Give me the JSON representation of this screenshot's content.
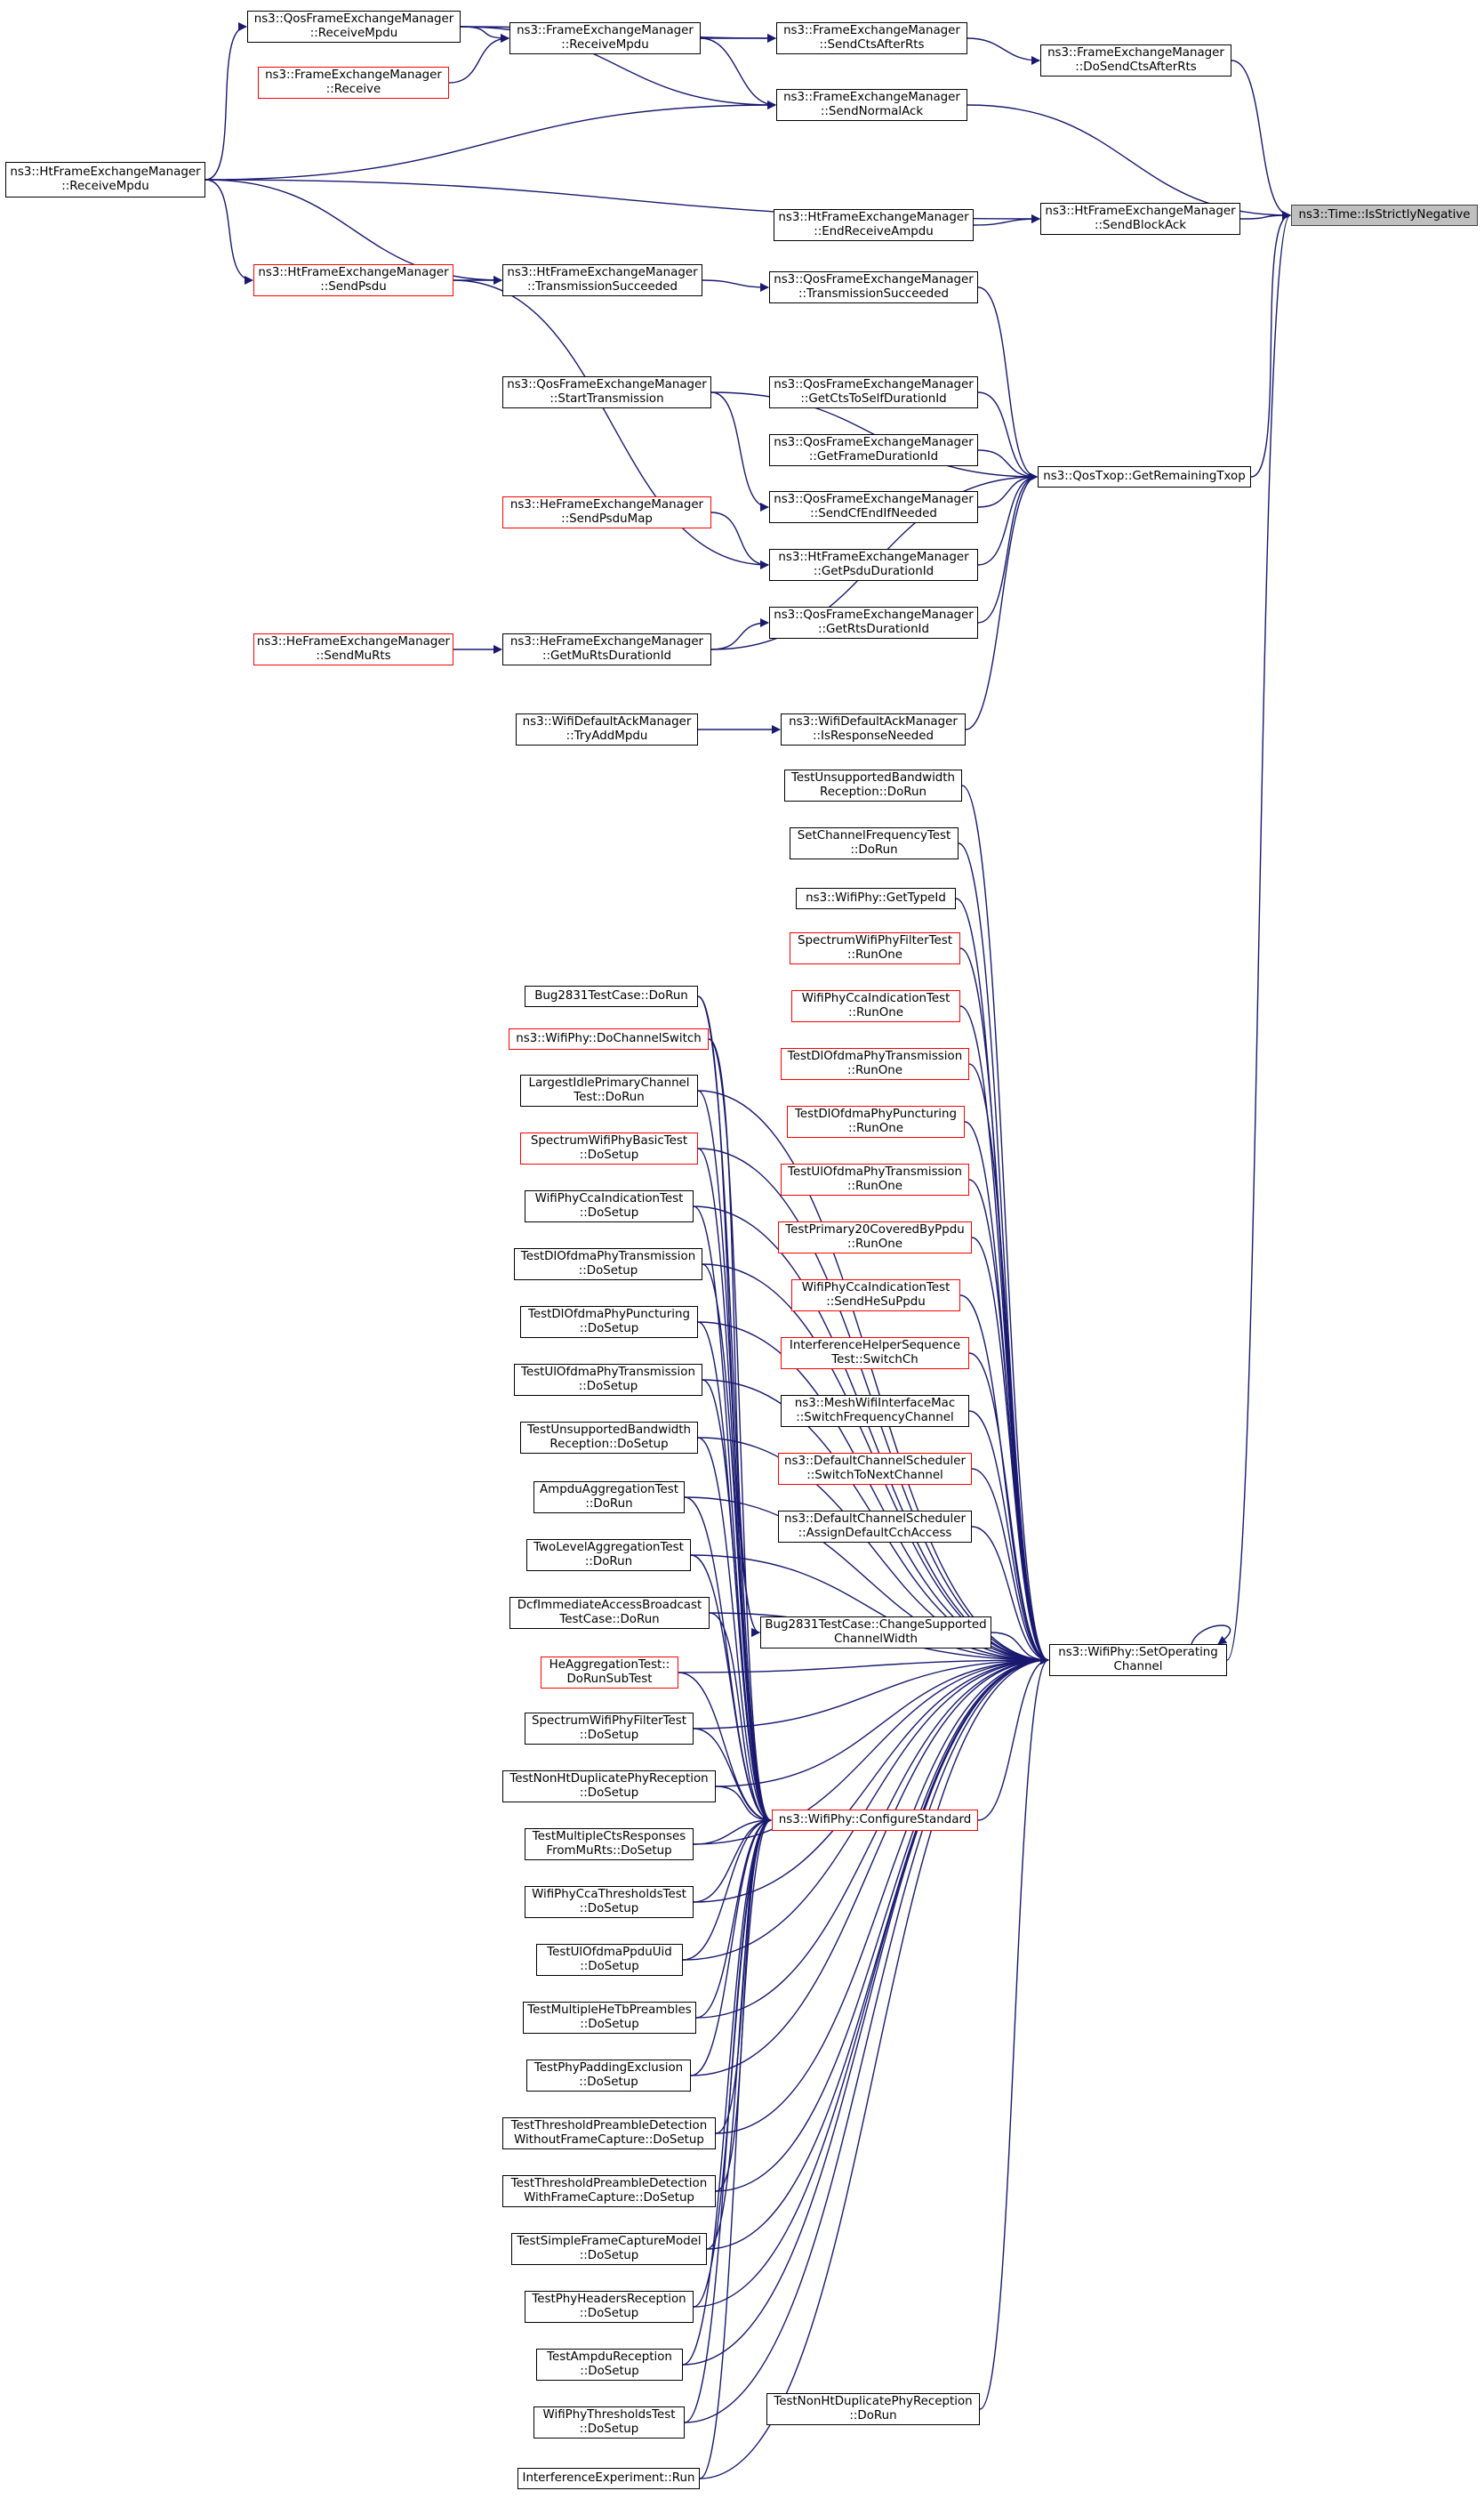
{
  "colors": {
    "edge": "#191970",
    "border_default": "#000000",
    "border_truncated": "#ff0000",
    "root_fill": "#bfbfbf"
  },
  "nodes": [
    {
      "id": "root",
      "lines": [
        "ns3::Time::IsStrictlyNegative"
      ],
      "style": "root"
    },
    {
      "id": "qos_receive_mpdu",
      "lines": [
        "ns3::QosFrameExchangeManager",
        "::ReceiveMpdu"
      ]
    },
    {
      "id": "fem_receive_mpdu",
      "lines": [
        "ns3::FrameExchangeManager",
        "::ReceiveMpdu"
      ]
    },
    {
      "id": "fem_send_cts_after_rts",
      "lines": [
        "ns3::FrameExchangeManager",
        "::SendCtsAfterRts"
      ]
    },
    {
      "id": "fem_do_send_cts_after_rts",
      "lines": [
        "ns3::FrameExchangeManager",
        "::DoSendCtsAfterRts"
      ]
    },
    {
      "id": "fem_receive",
      "lines": [
        "ns3::FrameExchangeManager",
        "::Receive"
      ],
      "style": "red"
    },
    {
      "id": "fem_send_normal_ack",
      "lines": [
        "ns3::FrameExchangeManager",
        "::SendNormalAck"
      ]
    },
    {
      "id": "ht_receive_mpdu",
      "lines": [
        "ns3::HtFrameExchangeManager",
        "::ReceiveMpdu"
      ]
    },
    {
      "id": "ht_end_receive_ampdu",
      "lines": [
        "ns3::HtFrameExchangeManager",
        "::EndReceiveAmpdu"
      ]
    },
    {
      "id": "ht_send_block_ack",
      "lines": [
        "ns3::HtFrameExchangeManager",
        "::SendBlockAck"
      ]
    },
    {
      "id": "ht_send_psdu",
      "lines": [
        "ns3::HtFrameExchangeManager",
        "::SendPsdu"
      ],
      "style": "red"
    },
    {
      "id": "ht_transmission_succeeded",
      "lines": [
        "ns3::HtFrameExchangeManager",
        "::TransmissionSucceeded"
      ]
    },
    {
      "id": "qos_transmission_succeeded",
      "lines": [
        "ns3::QosFrameExchangeManager",
        "::TransmissionSucceeded"
      ]
    },
    {
      "id": "qos_start_transmission",
      "lines": [
        "ns3::QosFrameExchangeManager",
        "::StartTransmission"
      ]
    },
    {
      "id": "qos_get_cts_to_self",
      "lines": [
        "ns3::QosFrameExchangeManager",
        "::GetCtsToSelfDurationId"
      ]
    },
    {
      "id": "qos_get_frame_duration",
      "lines": [
        "ns3::QosFrameExchangeManager",
        "::GetFrameDurationId"
      ]
    },
    {
      "id": "qostxop_get_remaining",
      "lines": [
        "ns3::QosTxop::GetRemainingTxop"
      ]
    },
    {
      "id": "he_send_psdu_map",
      "lines": [
        "ns3::HeFrameExchangeManager",
        "::SendPsduMap"
      ],
      "style": "red"
    },
    {
      "id": "qos_send_cf_end",
      "lines": [
        "ns3::QosFrameExchangeManager",
        "::SendCfEndIfNeeded"
      ]
    },
    {
      "id": "ht_get_psdu_duration",
      "lines": [
        "ns3::HtFrameExchangeManager",
        "::GetPsduDurationId"
      ]
    },
    {
      "id": "qos_get_rts_duration",
      "lines": [
        "ns3::QosFrameExchangeManager",
        "::GetRtsDurationId"
      ]
    },
    {
      "id": "he_send_mu_rts",
      "lines": [
        "ns3::HeFrameExchangeManager",
        "::SendMuRts"
      ],
      "style": "red"
    },
    {
      "id": "he_get_mu_rts_duration",
      "lines": [
        "ns3::HeFrameExchangeManager",
        "::GetMuRtsDurationId"
      ]
    },
    {
      "id": "wdam_try_add_mpdu",
      "lines": [
        "ns3::WifiDefaultAckManager",
        "::TryAddMpdu"
      ]
    },
    {
      "id": "wdam_is_response_needed",
      "lines": [
        "ns3::WifiDefaultAckManager",
        "::IsResponseNeeded"
      ]
    },
    {
      "id": "r_test_unsupported_bw",
      "lines": [
        "TestUnsupportedBandwidth",
        "Reception::DoRun"
      ]
    },
    {
      "id": "r_set_channel_freq",
      "lines": [
        "SetChannelFrequencyTest",
        "::DoRun"
      ]
    },
    {
      "id": "r_wifiphy_get_type_id",
      "lines": [
        "ns3::WifiPhy::GetTypeId"
      ]
    },
    {
      "id": "r_spectrum_filter_runone",
      "lines": [
        "SpectrumWifiPhyFilterTest",
        "::RunOne"
      ],
      "style": "red"
    },
    {
      "id": "r_cca_indication_runone",
      "lines": [
        "WifiPhyCcaIndicationTest",
        "::RunOne"
      ],
      "style": "red"
    },
    {
      "id": "r_dl_ofdma_tx_runone",
      "lines": [
        "TestDlOfdmaPhyTransmission",
        "::RunOne"
      ],
      "style": "red"
    },
    {
      "id": "r_dl_ofdma_punct_runone",
      "lines": [
        "TestDlOfdmaPhyPuncturing",
        "::RunOne"
      ],
      "style": "red"
    },
    {
      "id": "r_ul_ofdma_tx_runone",
      "lines": [
        "TestUlOfdmaPhyTransmission",
        "::RunOne"
      ],
      "style": "red"
    },
    {
      "id": "r_primary20_covered",
      "lines": [
        "TestPrimary20CoveredByPpdu",
        "::RunOne"
      ],
      "style": "red"
    },
    {
      "id": "r_cca_send_he_su",
      "lines": [
        "WifiPhyCcaIndicationTest",
        "::SendHeSuPpdu"
      ],
      "style": "red"
    },
    {
      "id": "r_interference_switch",
      "lines": [
        "InterferenceHelperSequence",
        "Test::SwitchCh"
      ],
      "style": "red"
    },
    {
      "id": "r_mesh_switch_freq",
      "lines": [
        "ns3::MeshWifiInterfaceMac",
        "::SwitchFrequencyChannel"
      ]
    },
    {
      "id": "r_dcs_switch_next",
      "lines": [
        "ns3::DefaultChannelScheduler",
        "::SwitchToNextChannel"
      ],
      "style": "red"
    },
    {
      "id": "r_dcs_assign_default",
      "lines": [
        "ns3::DefaultChannelScheduler",
        "::AssignDefaultCchAccess"
      ]
    },
    {
      "id": "bug2831_change_width",
      "lines": [
        "Bug2831TestCase::ChangeSupported",
        "ChannelWidth"
      ]
    },
    {
      "id": "wifiphy_set_operating",
      "lines": [
        "ns3::WifiPhy::SetOperating",
        "Channel"
      ]
    },
    {
      "id": "r_non_ht_dup_dorun",
      "lines": [
        "TestNonHtDuplicatePhyReception",
        "::DoRun"
      ]
    },
    {
      "id": "wifiphy_configure_standard",
      "lines": [
        "ns3::WifiPhy::ConfigureStandard"
      ],
      "style": "red"
    },
    {
      "id": "l_bug2831_dorun",
      "lines": [
        "Bug2831TestCase::DoRun"
      ]
    },
    {
      "id": "l_wifiphy_do_channel_switch",
      "lines": [
        "ns3::WifiPhy::DoChannelSwitch"
      ],
      "style": "red"
    },
    {
      "id": "l_largest_idle",
      "lines": [
        "LargestIdlePrimaryChannel",
        "Test::DoRun"
      ]
    },
    {
      "id": "l_spectrum_basic_setup",
      "lines": [
        "SpectrumWifiPhyBasicTest",
        "::DoSetup"
      ],
      "style": "red"
    },
    {
      "id": "l_cca_indication_setup",
      "lines": [
        "WifiPhyCcaIndicationTest",
        "::DoSetup"
      ]
    },
    {
      "id": "l_dl_ofdma_tx_setup",
      "lines": [
        "TestDlOfdmaPhyTransmission",
        "::DoSetup"
      ]
    },
    {
      "id": "l_dl_ofdma_punct_setup",
      "lines": [
        "TestDlOfdmaPhyPuncturing",
        "::DoSetup"
      ]
    },
    {
      "id": "l_ul_ofdma_tx_setup",
      "lines": [
        "TestUlOfdmaPhyTransmission",
        "::DoSetup"
      ]
    },
    {
      "id": "l_unsupported_bw_setup",
      "lines": [
        "TestUnsupportedBandwidth",
        "Reception::DoSetup"
      ]
    },
    {
      "id": "l_ampdu_aggregation",
      "lines": [
        "AmpduAggregationTest",
        "::DoRun"
      ]
    },
    {
      "id": "l_two_level_aggregation",
      "lines": [
        "TwoLevelAggregationTest",
        "::DoRun"
      ]
    },
    {
      "id": "l_dcf_immediate",
      "lines": [
        "DcfImmediateAccessBroadcast",
        "TestCase::DoRun"
      ]
    },
    {
      "id": "l_he_aggregation",
      "lines": [
        "HeAggregationTest::",
        "DoRunSubTest"
      ],
      "style": "red"
    },
    {
      "id": "l_spectrum_filter_setup",
      "lines": [
        "SpectrumWifiPhyFilterTest",
        "::DoSetup"
      ]
    },
    {
      "id": "l_non_ht_dup_setup",
      "lines": [
        "TestNonHtDuplicatePhyReception",
        "::DoSetup"
      ]
    },
    {
      "id": "l_multiple_cts",
      "lines": [
        "TestMultipleCtsResponses",
        "FromMuRts::DoSetup"
      ]
    },
    {
      "id": "l_cca_thresholds",
      "lines": [
        "WifiPhyCcaThresholdsTest",
        "::DoSetup"
      ]
    },
    {
      "id": "l_ul_ofdma_ppdu_uid",
      "lines": [
        "TestUlOfdmaPpduUid",
        "::DoSetup"
      ]
    },
    {
      "id": "l_multiple_he_tb",
      "lines": [
        "TestMultipleHeTbPreambles",
        "::DoSetup"
      ]
    },
    {
      "id": "l_phy_padding",
      "lines": [
        "TestPhyPaddingExclusion",
        "::DoSetup"
      ]
    },
    {
      "id": "l_thr_preamble_without",
      "lines": [
        "TestThresholdPreambleDetection",
        "WithoutFrameCapture::DoSetup"
      ]
    },
    {
      "id": "l_thr_preamble_with",
      "lines": [
        "TestThresholdPreambleDetection",
        "WithFrameCapture::DoSetup"
      ]
    },
    {
      "id": "l_simple_frame_capture",
      "lines": [
        "TestSimpleFrameCaptureModel",
        "::DoSetup"
      ]
    },
    {
      "id": "l_phy_headers",
      "lines": [
        "TestPhyHeadersReception",
        "::DoSetup"
      ]
    },
    {
      "id": "l_ampdu_reception",
      "lines": [
        "TestAmpduReception",
        "::DoSetup"
      ]
    },
    {
      "id": "l_phy_thresholds",
      "lines": [
        "WifiPhyThresholdsTest",
        "::DoSetup"
      ]
    },
    {
      "id": "l_interference_experiment",
      "lines": [
        "InterferenceExperiment::Run"
      ]
    }
  ],
  "edges": [
    [
      "fem_do_send_cts_after_rts",
      "root"
    ],
    [
      "fem_send_normal_ack",
      "root"
    ],
    [
      "ht_send_block_ack",
      "root"
    ],
    [
      "qostxop_get_remaining",
      "root"
    ],
    [
      "wifiphy_set_operating",
      "root"
    ],
    [
      "fem_send_cts_after_rts",
      "fem_do_send_cts_after_rts"
    ],
    [
      "fem_receive_mpdu",
      "fem_send_cts_after_rts"
    ],
    [
      "qos_receive_mpdu",
      "fem_send_cts_after_rts"
    ],
    [
      "qos_receive_mpdu",
      "fem_receive_mpdu"
    ],
    [
      "fem_receive",
      "fem_receive_mpdu"
    ],
    [
      "ht_receive_mpdu",
      "qos_receive_mpdu"
    ],
    [
      "fem_receive_mpdu",
      "fem_send_normal_ack"
    ],
    [
      "qos_receive_mpdu",
      "fem_send_normal_ack"
    ],
    [
      "ht_receive_mpdu",
      "fem_send_normal_ack"
    ],
    [
      "ht_receive_mpdu",
      "ht_send_block_ack"
    ],
    [
      "ht_end_receive_ampdu",
      "ht_send_block_ack"
    ],
    [
      "ht_receive_mpdu",
      "ht_send_psdu"
    ],
    [
      "ht_receive_mpdu",
      "ht_transmission_succeeded"
    ],
    [
      "ht_send_psdu",
      "ht_transmission_succeeded"
    ],
    [
      "ht_transmission_succeeded",
      "qos_transmission_succeeded"
    ],
    [
      "qos_transmission_succeeded",
      "qostxop_get_remaining"
    ],
    [
      "qos_start_transmission",
      "qostxop_get_remaining"
    ],
    [
      "qos_get_cts_to_self",
      "qostxop_get_remaining"
    ],
    [
      "qos_get_frame_duration",
      "qostxop_get_remaining"
    ],
    [
      "qos_send_cf_end",
      "qostxop_get_remaining"
    ],
    [
      "ht_get_psdu_duration",
      "qostxop_get_remaining"
    ],
    [
      "qos_get_rts_duration",
      "qostxop_get_remaining"
    ],
    [
      "he_get_mu_rts_duration",
      "qostxop_get_remaining"
    ],
    [
      "wdam_is_response_needed",
      "qostxop_get_remaining"
    ],
    [
      "qos_start_transmission",
      "qos_send_cf_end"
    ],
    [
      "he_send_psdu_map",
      "ht_get_psdu_duration"
    ],
    [
      "ht_send_psdu",
      "ht_get_psdu_duration"
    ],
    [
      "he_get_mu_rts_duration",
      "qos_get_rts_duration"
    ],
    [
      "he_send_mu_rts",
      "he_get_mu_rts_duration"
    ],
    [
      "wdam_try_add_mpdu",
      "wdam_is_response_needed"
    ],
    [
      "r_test_unsupported_bw",
      "wifiphy_set_operating"
    ],
    [
      "r_set_channel_freq",
      "wifiphy_set_operating"
    ],
    [
      "r_wifiphy_get_type_id",
      "wifiphy_set_operating"
    ],
    [
      "r_spectrum_filter_runone",
      "wifiphy_set_operating"
    ],
    [
      "r_cca_indication_runone",
      "wifiphy_set_operating"
    ],
    [
      "r_dl_ofdma_tx_runone",
      "wifiphy_set_operating"
    ],
    [
      "r_dl_ofdma_punct_runone",
      "wifiphy_set_operating"
    ],
    [
      "r_ul_ofdma_tx_runone",
      "wifiphy_set_operating"
    ],
    [
      "r_primary20_covered",
      "wifiphy_set_operating"
    ],
    [
      "r_cca_send_he_su",
      "wifiphy_set_operating"
    ],
    [
      "r_interference_switch",
      "wifiphy_set_operating"
    ],
    [
      "r_mesh_switch_freq",
      "wifiphy_set_operating"
    ],
    [
      "r_dcs_switch_next",
      "wifiphy_set_operating"
    ],
    [
      "r_dcs_assign_default",
      "wifiphy_set_operating"
    ],
    [
      "bug2831_change_width",
      "wifiphy_set_operating"
    ],
    [
      "wifiphy_configure_standard",
      "wifiphy_set_operating"
    ],
    [
      "r_non_ht_dup_dorun",
      "wifiphy_set_operating"
    ],
    [
      "l_bug2831_dorun",
      "bug2831_change_width"
    ],
    [
      "l_wifiphy_do_channel_switch",
      "bug2831_change_width"
    ],
    [
      "l_bug2831_dorun",
      "wifiphy_configure_standard"
    ],
    [
      "l_wifiphy_do_channel_switch",
      "wifiphy_configure_standard"
    ],
    [
      "l_largest_idle",
      "wifiphy_configure_standard"
    ],
    [
      "l_spectrum_basic_setup",
      "wifiphy_configure_standard"
    ],
    [
      "l_cca_indication_setup",
      "wifiphy_configure_standard"
    ],
    [
      "l_dl_ofdma_tx_setup",
      "wifiphy_configure_standard"
    ],
    [
      "l_dl_ofdma_punct_setup",
      "wifiphy_configure_standard"
    ],
    [
      "l_ul_ofdma_tx_setup",
      "wifiphy_configure_standard"
    ],
    [
      "l_unsupported_bw_setup",
      "wifiphy_configure_standard"
    ],
    [
      "l_ampdu_aggregation",
      "wifiphy_configure_standard"
    ],
    [
      "l_two_level_aggregation",
      "wifiphy_configure_standard"
    ],
    [
      "l_dcf_immediate",
      "wifiphy_configure_standard"
    ],
    [
      "l_he_aggregation",
      "wifiphy_configure_standard"
    ],
    [
      "l_spectrum_filter_setup",
      "wifiphy_configure_standard"
    ],
    [
      "l_non_ht_dup_setup",
      "wifiphy_configure_standard"
    ],
    [
      "l_multiple_cts",
      "wifiphy_configure_standard"
    ],
    [
      "l_cca_thresholds",
      "wifiphy_configure_standard"
    ],
    [
      "l_ul_ofdma_ppdu_uid",
      "wifiphy_configure_standard"
    ],
    [
      "l_multiple_he_tb",
      "wifiphy_configure_standard"
    ],
    [
      "l_phy_padding",
      "wifiphy_configure_standard"
    ],
    [
      "l_thr_preamble_without",
      "wifiphy_configure_standard"
    ],
    [
      "l_thr_preamble_with",
      "wifiphy_configure_standard"
    ],
    [
      "l_simple_frame_capture",
      "wifiphy_configure_standard"
    ],
    [
      "l_phy_headers",
      "wifiphy_configure_standard"
    ],
    [
      "l_ampdu_reception",
      "wifiphy_configure_standard"
    ],
    [
      "l_phy_thresholds",
      "wifiphy_configure_standard"
    ],
    [
      "l_interference_experiment",
      "wifiphy_configure_standard"
    ],
    [
      "l_largest_idle",
      "wifiphy_set_operating"
    ],
    [
      "l_spectrum_basic_setup",
      "wifiphy_set_operating"
    ],
    [
      "l_cca_indication_setup",
      "wifiphy_set_operating"
    ],
    [
      "l_dl_ofdma_tx_setup",
      "wifiphy_set_operating"
    ],
    [
      "l_dl_ofdma_punct_setup",
      "wifiphy_set_operating"
    ],
    [
      "l_ul_ofdma_tx_setup",
      "wifiphy_set_operating"
    ],
    [
      "l_unsupported_bw_setup",
      "wifiphy_set_operating"
    ],
    [
      "l_ampdu_aggregation",
      "wifiphy_set_operating"
    ],
    [
      "l_two_level_aggregation",
      "wifiphy_set_operating"
    ],
    [
      "l_dcf_immediate",
      "wifiphy_set_operating"
    ],
    [
      "l_he_aggregation",
      "wifiphy_set_operating"
    ],
    [
      "l_spectrum_filter_setup",
      "wifiphy_set_operating"
    ],
    [
      "l_non_ht_dup_setup",
      "wifiphy_set_operating"
    ],
    [
      "l_multiple_cts",
      "wifiphy_set_operating"
    ],
    [
      "l_cca_thresholds",
      "wifiphy_set_operating"
    ],
    [
      "l_ul_ofdma_ppdu_uid",
      "wifiphy_set_operating"
    ],
    [
      "l_multiple_he_tb",
      "wifiphy_set_operating"
    ],
    [
      "l_phy_padding",
      "wifiphy_set_operating"
    ],
    [
      "l_thr_preamble_without",
      "wifiphy_set_operating"
    ],
    [
      "l_thr_preamble_with",
      "wifiphy_set_operating"
    ],
    [
      "l_simple_frame_capture",
      "wifiphy_set_operating"
    ],
    [
      "l_phy_headers",
      "wifiphy_set_operating"
    ],
    [
      "l_ampdu_reception",
      "wifiphy_set_operating"
    ],
    [
      "l_phy_thresholds",
      "wifiphy_set_operating"
    ],
    [
      "l_interference_experiment",
      "wifiphy_set_operating"
    ],
    [
      "wifiphy_set_operating",
      "wifiphy_set_operating"
    ]
  ]
}
